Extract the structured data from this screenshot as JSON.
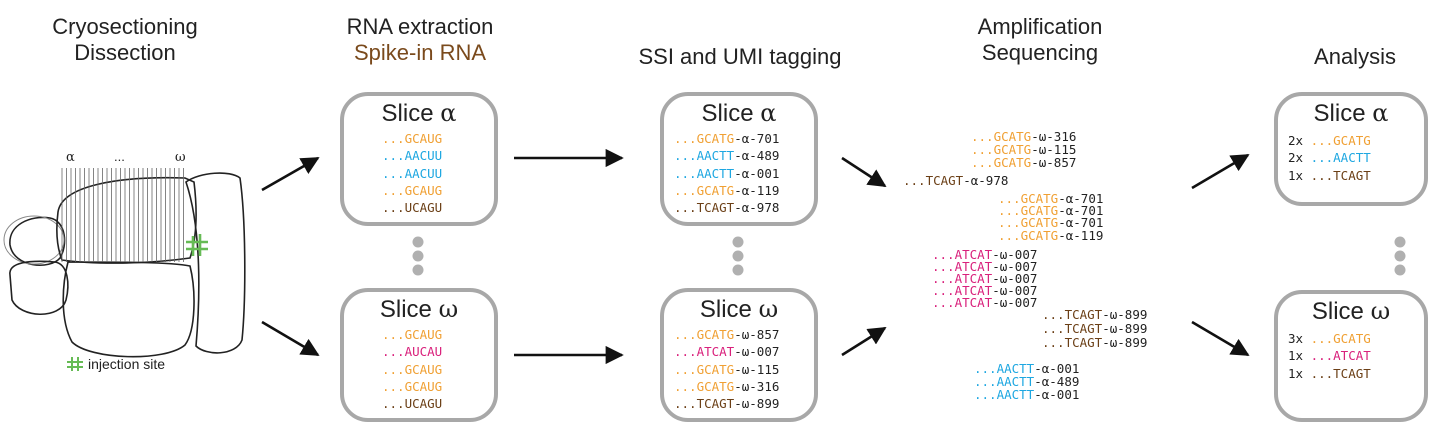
{
  "colors": {
    "orange": "#f0a033",
    "blue": "#1ea7e1",
    "pink": "#d9217c",
    "brown": "#6b3f16",
    "green": "#66bb55",
    "gray": "#a8a8a8",
    "spike": "#7a4a1c"
  },
  "headers": {
    "step1_line1": "Cryosectioning",
    "step1_line2": "Dissection",
    "step2_line1": "RNA extraction",
    "step2_line2": "Spike-in RNA",
    "step3": "SSI and UMI tagging",
    "step4_line1": "Amplification",
    "step4_line2": "Sequencing",
    "step5": "Analysis"
  },
  "brain": {
    "label_alpha": "α",
    "label_dots": "...",
    "label_omega": "ω",
    "legend_icon": "injection-site-icon",
    "legend_text": "injection site"
  },
  "slice_prefix": "Slice",
  "rna_alpha": {
    "symbol": "α",
    "rows": [
      {
        "dots": "...",
        "seq": "GCAUG",
        "color": "orange"
      },
      {
        "dots": "...",
        "seq": "AACUU",
        "color": "blue"
      },
      {
        "dots": "...",
        "seq": "AACUU",
        "color": "blue"
      },
      {
        "dots": "...",
        "seq": "GCAUG",
        "color": "orange"
      },
      {
        "dots": "...",
        "seq": "UCAGU",
        "color": "brown"
      }
    ]
  },
  "rna_omega": {
    "symbol": "ω",
    "rows": [
      {
        "dots": "...",
        "seq": "GCAUG",
        "color": "orange"
      },
      {
        "dots": "...",
        "seq": "AUCAU",
        "color": "pink"
      },
      {
        "dots": "...",
        "seq": "GCAUG",
        "color": "orange"
      },
      {
        "dots": "...",
        "seq": "GCAUG",
        "color": "orange"
      },
      {
        "dots": "...",
        "seq": "UCAGU",
        "color": "brown"
      }
    ]
  },
  "tag_alpha": {
    "symbol": "α",
    "rows": [
      {
        "dots": "...",
        "seq": "GCATG",
        "tag": "-α-701",
        "color": "orange"
      },
      {
        "dots": "...",
        "seq": "AACTT",
        "tag": "-α-489",
        "color": "blue"
      },
      {
        "dots": "...",
        "seq": "AACTT",
        "tag": "-α-001",
        "color": "blue"
      },
      {
        "dots": "...",
        "seq": "GCATG",
        "tag": "-α-119",
        "color": "orange"
      },
      {
        "dots": "...",
        "seq": "TCAGT",
        "tag": "-α-978",
        "color": "brown"
      }
    ]
  },
  "tag_omega": {
    "symbol": "ω",
    "rows": [
      {
        "dots": "...",
        "seq": "GCATG",
        "tag": "-ω-857",
        "color": "orange"
      },
      {
        "dots": "...",
        "seq": "ATCAT",
        "tag": "-ω-007",
        "color": "pink"
      },
      {
        "dots": "...",
        "seq": "GCATG",
        "tag": "-ω-115",
        "color": "orange"
      },
      {
        "dots": "...",
        "seq": "GCATG",
        "tag": "-ω-316",
        "color": "orange"
      },
      {
        "dots": "...",
        "seq": "TCAGT",
        "tag": "-ω-899",
        "color": "brown"
      }
    ]
  },
  "reads": [
    {
      "dots": "...",
      "seq": "GCATG",
      "tag": "-ω-316",
      "color": "orange"
    },
    {
      "dots": "...",
      "seq": "GCATG",
      "tag": "-ω-115",
      "color": "orange"
    },
    {
      "dots": "...",
      "seq": "GCATG",
      "tag": "-ω-857",
      "color": "orange"
    },
    {
      "dots": "...",
      "seq": "TCAGT",
      "tag": "-α-978",
      "color": "brown"
    },
    {
      "dots": "...",
      "seq": "GCATG",
      "tag": "-α-701",
      "color": "orange"
    },
    {
      "dots": "...",
      "seq": "GCATG",
      "tag": "-α-701",
      "color": "orange"
    },
    {
      "dots": "...",
      "seq": "GCATG",
      "tag": "-α-701",
      "color": "orange"
    },
    {
      "dots": "...",
      "seq": "GCATG",
      "tag": "-α-119",
      "color": "orange"
    },
    {
      "dots": "...",
      "seq": "ATCAT",
      "tag": "-ω-007",
      "color": "pink"
    },
    {
      "dots": "...",
      "seq": "ATCAT",
      "tag": "-ω-007",
      "color": "pink"
    },
    {
      "dots": "...",
      "seq": "ATCAT",
      "tag": "-ω-007",
      "color": "pink"
    },
    {
      "dots": "...",
      "seq": "ATCAT",
      "tag": "-ω-007",
      "color": "pink"
    },
    {
      "dots": "...",
      "seq": "ATCAT",
      "tag": "-ω-007",
      "color": "pink"
    },
    {
      "dots": "...",
      "seq": "TCAGT",
      "tag": "-ω-899",
      "color": "brown"
    },
    {
      "dots": "...",
      "seq": "TCAGT",
      "tag": "-ω-899",
      "color": "brown"
    },
    {
      "dots": "...",
      "seq": "TCAGT",
      "tag": "-ω-899",
      "color": "brown"
    },
    {
      "dots": "...",
      "seq": "AACTT",
      "tag": "-α-001",
      "color": "blue"
    },
    {
      "dots": "...",
      "seq": "AACTT",
      "tag": "-α-489",
      "color": "blue"
    },
    {
      "dots": "...",
      "seq": "AACTT",
      "tag": "-α-001",
      "color": "blue"
    }
  ],
  "analysis_alpha": {
    "symbol": "α",
    "rows": [
      {
        "count": "2x",
        "dots": "...",
        "seq": "GCATG",
        "color": "orange"
      },
      {
        "count": "2x",
        "dots": "...",
        "seq": "AACTT",
        "color": "blue"
      },
      {
        "count": "1x",
        "dots": "...",
        "seq": "TCAGT",
        "color": "brown"
      }
    ]
  },
  "analysis_omega": {
    "symbol": "ω",
    "rows": [
      {
        "count": "3x",
        "dots": "...",
        "seq": "GCATG",
        "color": "orange"
      },
      {
        "count": "1x",
        "dots": "...",
        "seq": "ATCAT",
        "color": "pink"
      },
      {
        "count": "1x",
        "dots": "...",
        "seq": "TCAGT",
        "color": "brown"
      }
    ]
  }
}
